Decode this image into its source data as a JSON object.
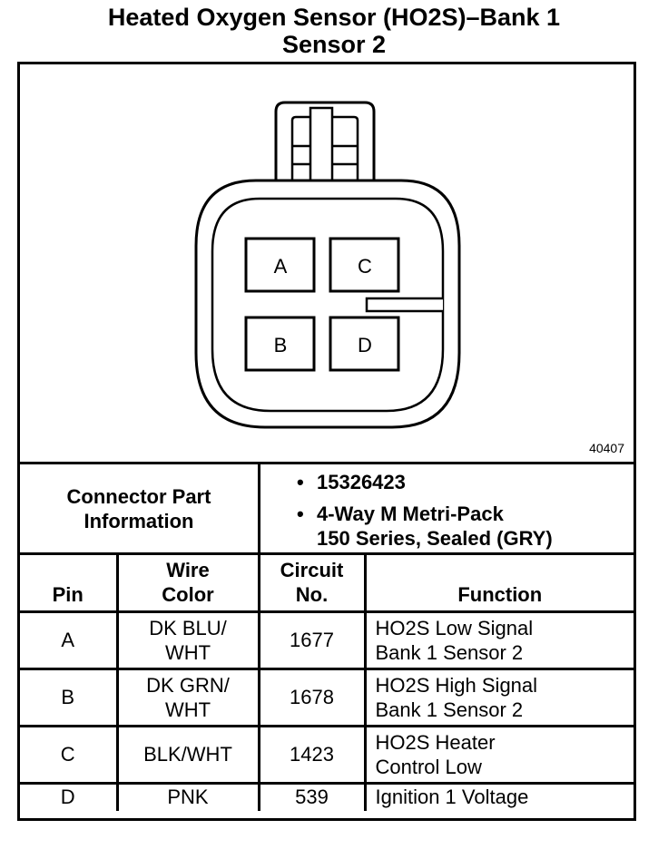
{
  "title": {
    "line1": "Heated Oxygen Sensor (HO2S)–Bank 1",
    "line2": "Sensor 2"
  },
  "diagram": {
    "figure_number": "40407",
    "pin_labels": [
      "A",
      "C",
      "B",
      "D"
    ]
  },
  "connector_info": {
    "label_line1": "Connector Part",
    "label_line2": "Information",
    "part_number": "15326423",
    "description_line1": "4-Way M Metri-Pack",
    "description_line2": "150 Series, Sealed (GRY)"
  },
  "table": {
    "headers": {
      "pin": "Pin",
      "wire_color_line1": "Wire",
      "wire_color_line2": "Color",
      "circuit_line1": "Circuit",
      "circuit_line2": "No.",
      "function": "Function"
    },
    "rows": [
      {
        "pin": "A",
        "wire_line1": "DK BLU/",
        "wire_line2": "WHT",
        "circuit": "1677",
        "func_line1": "HO2S Low Signal",
        "func_line2": "Bank 1 Sensor 2"
      },
      {
        "pin": "B",
        "wire_line1": "DK GRN/",
        "wire_line2": "WHT",
        "circuit": "1678",
        "func_line1": "HO2S High Signal",
        "func_line2": "Bank 1 Sensor 2"
      },
      {
        "pin": "C",
        "wire_line1": "BLK/WHT",
        "wire_line2": "",
        "circuit": "1423",
        "func_line1": "HO2S Heater",
        "func_line2": "Control Low"
      },
      {
        "pin": "D",
        "wire_line1": "PNK",
        "wire_line2": "",
        "circuit": "539",
        "func_line1": "Ignition 1 Voltage",
        "func_line2": ""
      }
    ]
  }
}
